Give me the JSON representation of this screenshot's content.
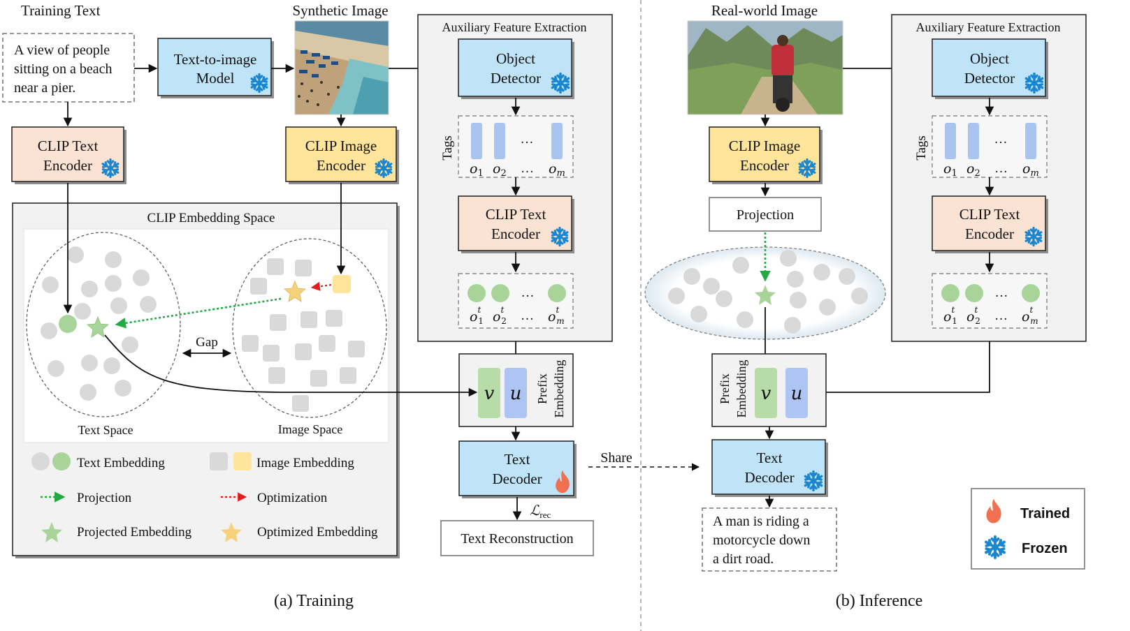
{
  "colors": {
    "blue_box": "#cfe9fb",
    "blue_box_alt": "#bfe3f7",
    "pink_box": "#fbe3d3",
    "yellow_box": "#ffe59b",
    "green_box": "#f6fbf3",
    "panel_gray": "#f2f2f2",
    "tag_bar": "#a9c4ee",
    "emb_green": "#a8d49a",
    "prefix_v": "#b7dca8",
    "prefix_u": "#aec4f2",
    "projection": "#22aa44",
    "optimization": "#e02020",
    "flame": "#f07050",
    "snowflake": "#1a86d0"
  },
  "training": {
    "training_text_label": "Training Text",
    "training_text_lines": [
      "A view of people",
      "sitting on a beach",
      "near a pier."
    ],
    "t2i_lines": [
      "Text-to-image",
      "Model"
    ],
    "synthetic_image_label": "Synthetic Image",
    "clip_text_encoder_lines": [
      "CLIP Text",
      "Encoder"
    ],
    "clip_image_encoder_lines": [
      "CLIP Image",
      "Encoder"
    ],
    "embedding_space": {
      "title": "CLIP Embedding Space",
      "text_space_label": "Text Space",
      "image_space_label": "Image Space",
      "gap_label": "Gap"
    },
    "legend": {
      "text_embedding": "Text Embedding",
      "image_embedding": "Image Embedding",
      "projection": "Projection",
      "optimization": "Optimization",
      "projected_embedding": "Projected Embedding",
      "optimized_embedding": "Optimized Embedding"
    },
    "aux": {
      "title": "Auxiliary Feature Extraction",
      "object_detector_lines": [
        "Object",
        "Detector"
      ],
      "tags_label": "Tags",
      "tag_labels": [
        "o1",
        "o2",
        "…",
        "om"
      ],
      "ellipsis": "…",
      "clip_text_encoder_lines": [
        "CLIP Text",
        "Encoder"
      ],
      "emb_labels": [
        "o1t",
        "o2t",
        "…",
        "omt"
      ]
    },
    "prefix": {
      "v": "v",
      "u": "u",
      "label_lines": [
        "Prefix",
        "Embedding"
      ]
    },
    "text_decoder_lines": [
      "Text",
      "Decoder"
    ],
    "loss_label": "ℒrec",
    "text_reconstruction": "Text Reconstruction",
    "caption": "(a) Training"
  },
  "share_label": "Share",
  "inference": {
    "real_world_image_label": "Real-world Image",
    "clip_image_encoder_lines": [
      "CLIP Image",
      "Encoder"
    ],
    "projection_label": "Projection",
    "aux": {
      "title": "Auxiliary Feature Extraction",
      "object_detector_lines": [
        "Object",
        "Detector"
      ],
      "tags_label": "Tags",
      "clip_text_encoder_lines": [
        "CLIP Text",
        "Encoder"
      ]
    },
    "prefix": {
      "v": "v",
      "u": "u",
      "label_lines": [
        "Prefix",
        "Embedding"
      ]
    },
    "text_decoder_lines": [
      "Text",
      "Decoder"
    ],
    "output_lines": [
      "A man is riding a",
      "motorcycle down",
      "a dirt road."
    ],
    "caption": "(b) Inference"
  },
  "key": {
    "trained": "Trained",
    "frozen": "Frozen"
  }
}
